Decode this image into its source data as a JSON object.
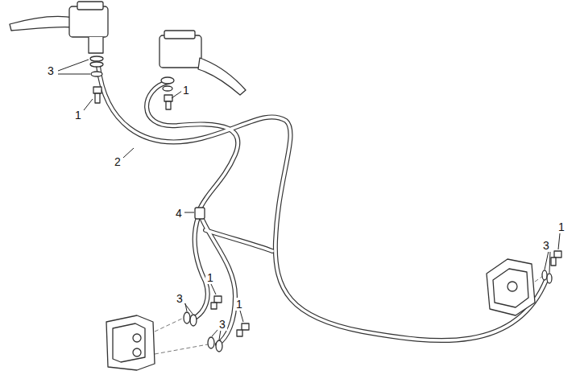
{
  "diagram": {
    "labels": [
      "3",
      "1",
      "1",
      "2",
      "4",
      "1",
      "3",
      "1",
      "3",
      "1",
      "3"
    ]
  }
}
